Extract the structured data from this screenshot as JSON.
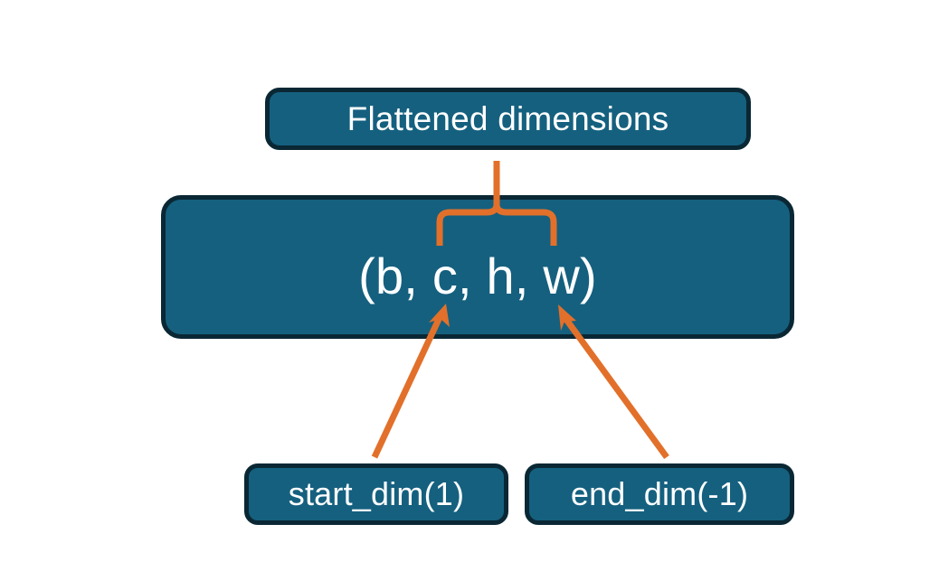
{
  "diagram": {
    "title_node": {
      "label": "Flattened dimensions"
    },
    "shape_node": {
      "label": "(b, c, h, w)"
    },
    "start_node": {
      "label": "start_dim(1)"
    },
    "end_node": {
      "label": "end_dim(-1)"
    },
    "colors": {
      "node_fill": "#15607F",
      "node_border": "#0A2734",
      "connector": "#E2702A",
      "text": "#FFFFFF",
      "background": "#FFFFFF"
    },
    "connectors": [
      {
        "name": "brace-to-flattened",
        "kind": "curly-brace-up",
        "from": "shape_node",
        "to": "title_node"
      },
      {
        "name": "arrow-start-dim",
        "kind": "arrow",
        "from": "start_node",
        "to": "shape_node"
      },
      {
        "name": "arrow-end-dim",
        "kind": "arrow",
        "from": "end_node",
        "to": "shape_node"
      }
    ]
  }
}
